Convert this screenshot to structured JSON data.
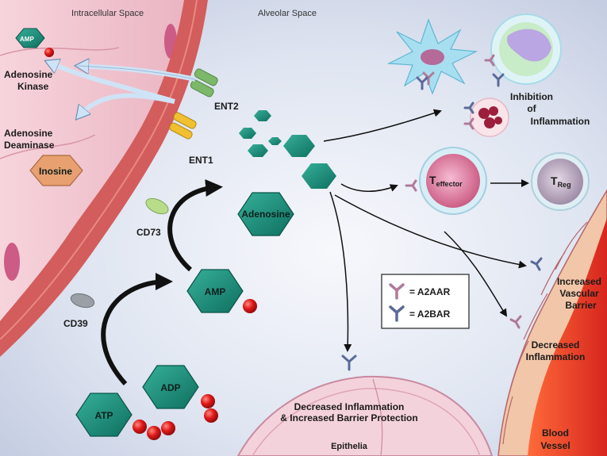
{
  "regions": {
    "intracellular": "Intracellular Space",
    "alveolar": "Alveolar Space",
    "epithelia": "Epithelia",
    "blood_vessel_line1": "Blood",
    "blood_vessel_line2": "Vessel"
  },
  "molecules": {
    "amp_small": "AMP",
    "adenosine_kinase_line1": "Adenosine",
    "adenosine_kinase_line2": "Kinase",
    "adenosine_deaminase_line1": "Adenosine",
    "adenosine_deaminase_line2": "Deaminase",
    "inosine": "Inosine",
    "adenosine": "Adenosine",
    "amp": "AMP",
    "adp": "ADP",
    "atp": "ATP"
  },
  "transporters": {
    "ent2": "ENT2",
    "ent1": "ENT1",
    "cd73": "CD73",
    "cd39": "CD39"
  },
  "cells": {
    "t_effector_main": "T",
    "t_effector_sub": "effector",
    "t_reg_main": "T",
    "t_reg_sub": "Reg"
  },
  "outcomes": {
    "inhibition_line1": "Inhibition",
    "inhibition_line2": "of",
    "inhibition_line3": "Inflammation",
    "vascular_line1": "Increased",
    "vascular_line2": "Vascular",
    "vascular_line3": "Barrier",
    "decreased_line1": "Decreased",
    "decreased_line2": "Inflammation",
    "epithelia_line1": "Decreased Inflammation",
    "epithelia_line2": "& Increased Barrier Protection"
  },
  "legend": {
    "items": [
      {
        "label": "= A2AAR",
        "color": "#b07a9a"
      },
      {
        "label": "= A2BAR",
        "color": "#5a6a9a"
      }
    ]
  },
  "colors": {
    "hexagon": "#1f8f7c",
    "phosphate": "#e01818",
    "background": "#dde3ef",
    "vessel": "#e8342a",
    "intracellular": "#f3cdd6",
    "ent2": "#7db86a",
    "ent1": "#f0c030"
  }
}
